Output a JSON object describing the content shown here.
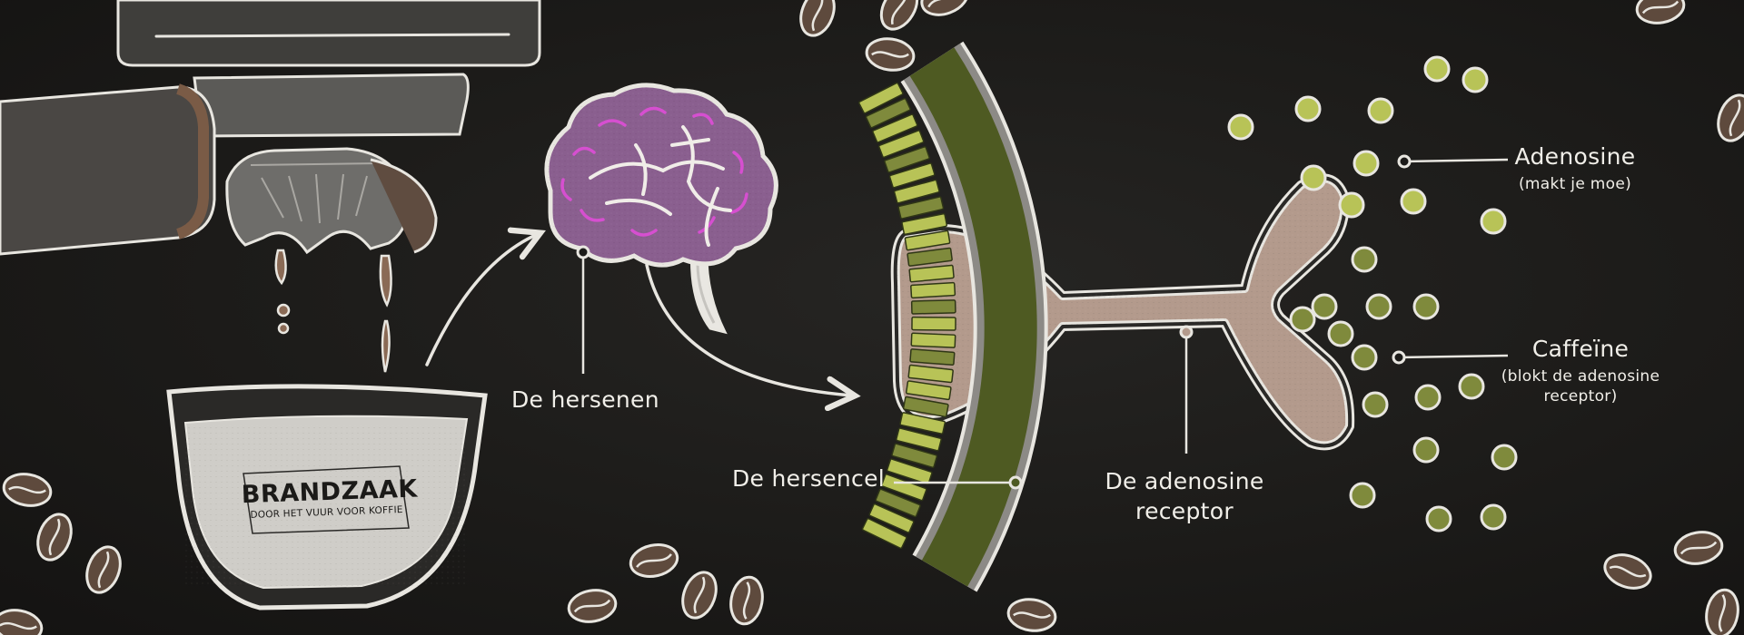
{
  "brand": {
    "name": "BRANDZAAK",
    "tagline": "DOOR HET VUUR VOOR KOFFIE"
  },
  "labels": {
    "brain": "De hersenen",
    "brain_cell": "De hersencel",
    "receptor_line1": "De adenosine",
    "receptor_line2": "receptor",
    "adenosine_title": "Adenosine",
    "adenosine_note": "(makt je moe)",
    "caffeine_title": "Caffeïne",
    "caffeine_note_line1": "(blokt de adenosine",
    "caffeine_note_line2": "receptor)"
  },
  "colors": {
    "background": "#1c1b19",
    "chalk_line": "#e8e6e0",
    "brain": "#8a5f8f",
    "brain_highlight": "#d64fd0",
    "receptor": "#b39a8c",
    "cell_membrane": "#5f6b2a",
    "adenosine": "#b8c357",
    "caffeine": "#7f8a3c",
    "bean": "#5e4a3d"
  }
}
